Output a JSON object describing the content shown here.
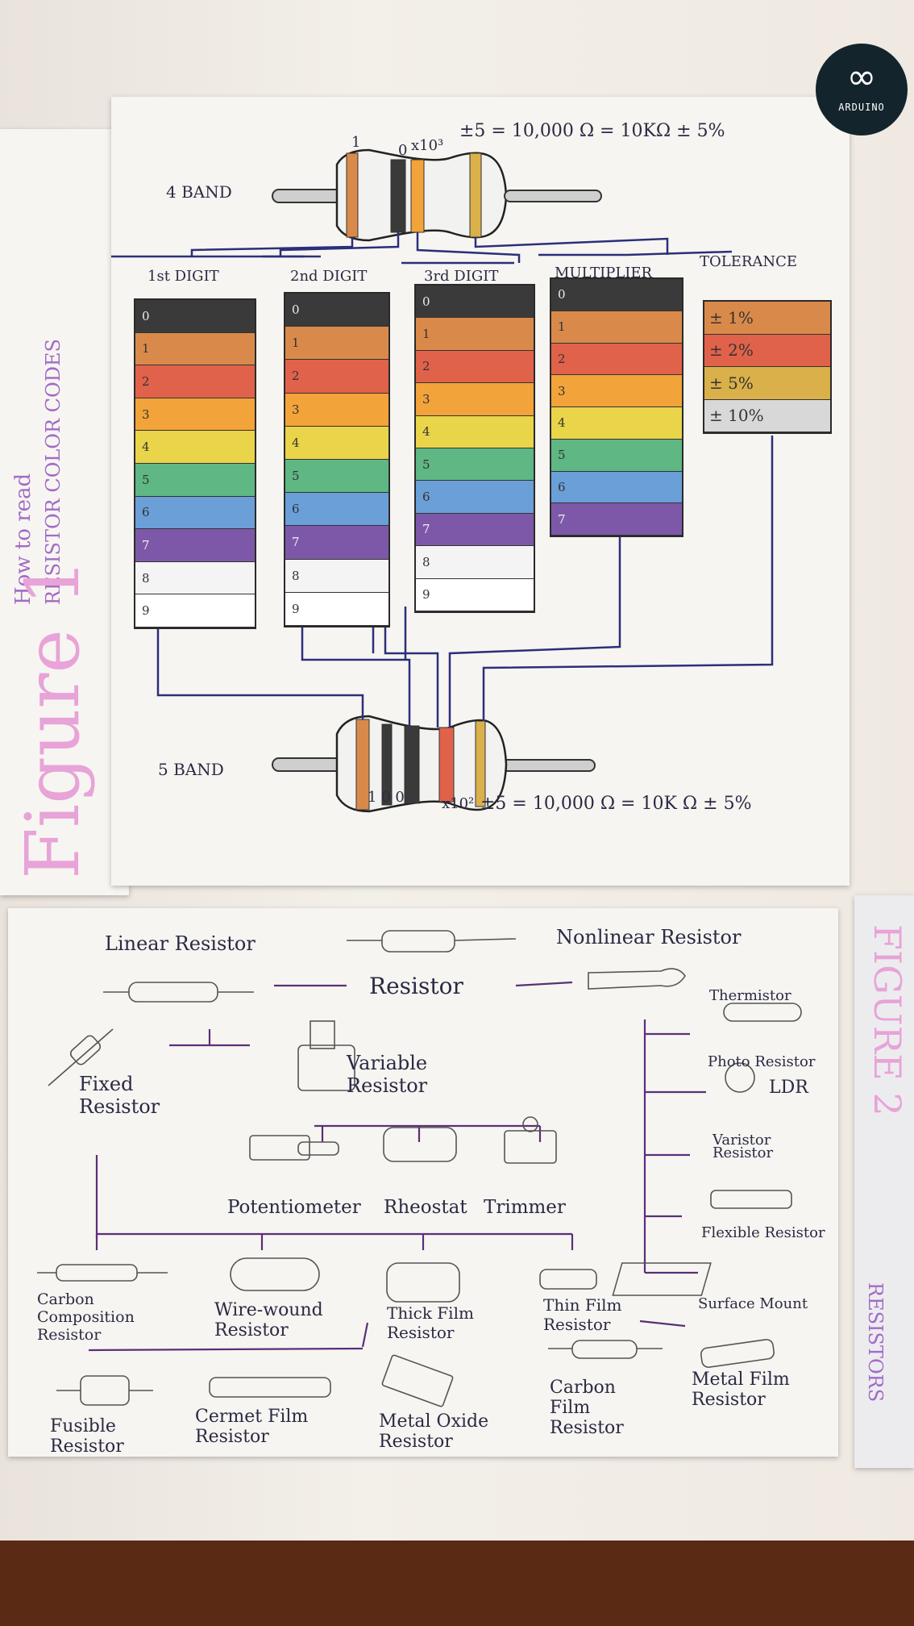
{
  "brand": {
    "name": "ARDUINO",
    "symbol": "∞"
  },
  "figure1": {
    "side_title": "Figure 1",
    "side_subtitle_1": "How to read",
    "side_subtitle_2": "RESISTOR COLOR CODES",
    "four_band_label": "4 BAND",
    "five_band_label": "5 BAND",
    "top_equation": "±5  = 10,000 Ω = 10KΩ ± 5%",
    "top_digit_1": "1",
    "top_digit_2": "0",
    "top_multiplier": "x10³",
    "bottom_equation": "±5 = 10,000 Ω = 10K Ω ± 5%",
    "bottom_digits": "1   0  0",
    "bottom_multiplier": "x10²",
    "headers": [
      "1st DIGIT",
      "2nd DIGIT",
      "3rd DIGIT",
      "MULTIPLIER",
      "TOLERANCE"
    ],
    "digit_values": [
      "0",
      "1",
      "2",
      "3",
      "4",
      "5",
      "6",
      "7",
      "8",
      "9"
    ],
    "multiplier_values": [
      "0",
      "1",
      "2",
      "3",
      "4",
      "5",
      "6",
      "7"
    ],
    "tolerance_values": [
      "± 1%",
      "± 2%",
      "± 5%",
      "± 10%"
    ],
    "colors": {
      "black": "#3a3a3a",
      "brown": "#d98a4a",
      "red": "#e0624a",
      "orange": "#f2a33a",
      "yellow": "#e9d44a",
      "green": "#5fb784",
      "blue": "#6a9fd8",
      "violet": "#7e58a8",
      "gray": "#f4f4f4",
      "white": "#ffffff",
      "gold": "#d9b04a",
      "silver": "#d8d8d8"
    }
  },
  "figure2": {
    "side_title": "FIGURE 2",
    "side_subtitle": "RESISTORS",
    "resistor": "Resistor",
    "linear": "Linear Resistor",
    "nonlinear": "Nonlinear Resistor",
    "fixed": "Fixed Resistor",
    "variable": "Variable Resistor",
    "potentiometer": "Potentiometer",
    "rheostat": "Rheostat",
    "trimmer": "Trimmer",
    "thermistor": "Thermistor",
    "photo": "Photo Resistor",
    "ldr": "LDR",
    "varistor": "Varistor Resistor",
    "flexible": "Flexible Resistor",
    "surface": "Surface Mount",
    "carbon_comp": "Carbon Composition Resistor",
    "wire_wound": "Wire-wound Resistor",
    "thick_film": "Thick Film Resistor",
    "thin_film": "Thin Film Resistor",
    "fusible": "Fusible Resistor",
    "cermet": "Cermet Film Resistor",
    "metal_oxide": "Metal Oxide Resistor",
    "carbon_film": "Carbon Film Resistor",
    "metal_film": "Metal Film Resistor"
  }
}
